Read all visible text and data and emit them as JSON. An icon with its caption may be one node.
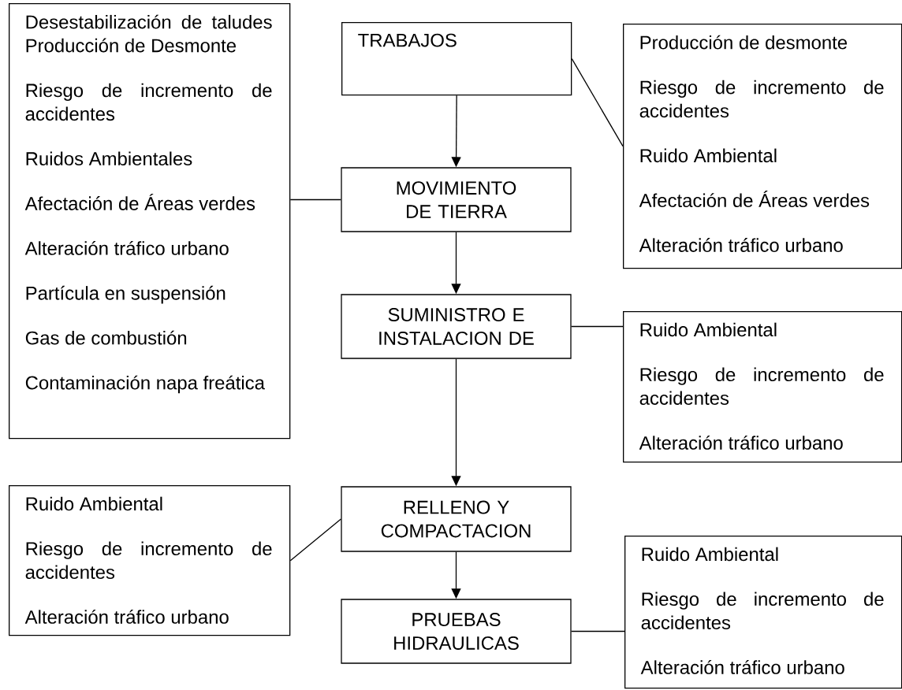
{
  "diagram": {
    "nodes": [
      {
        "text": [
          "TRABAJOS"
        ]
      },
      {
        "text": [
          "MOVIMIENTO DE TIERRA"
        ]
      },
      {
        "text": [
          "SUMINISTRO E INSTALACION DE"
        ]
      },
      {
        "text": [
          "RELLENO Y COMPACTACION"
        ]
      },
      {
        "text": [
          "PRUEBAS HIDRAULICAS"
        ]
      },
      {
        "text": [
          "Desestabilización de taludes Producción de Desmonte",
          "Riesgo de incremento de accidentes",
          "Ruidos Ambientales",
          "Afectación de Áreas verdes",
          "Alteración tráfico urbano",
          "Partícula en suspensión",
          "Gas de combustión",
          "Contaminación napa freática"
        ]
      },
      {
        "text": [
          "Producción de desmonte",
          "Riesgo de incremento de accidentes",
          "Ruido Ambiental",
          "Afectación de Áreas verdes",
          "Alteración tráfico urbano"
        ]
      },
      {
        "text": [
          "Ruido Ambiental",
          "Riesgo de incremento de accidentes",
          "Alteración tráfico urbano"
        ]
      },
      {
        "text": [
          "Ruido Ambiental",
          "Riesgo de incremento de accidentes",
          "Alteración tráfico urbano"
        ]
      },
      {
        "text": [
          "Ruido Ambiental",
          "Riesgo de incremento de accidentes",
          "Alteración tráfico urbano"
        ]
      }
    ],
    "edges": [
      {
        "from": 0,
        "to": 1,
        "arrow": "to"
      },
      {
        "from": 1,
        "to": 2,
        "arrow": "to"
      },
      {
        "from": 2,
        "to": 3,
        "arrow": "to"
      },
      {
        "from": 3,
        "to": 4,
        "arrow": "to"
      },
      {
        "from": 1,
        "to": 5,
        "arrow": "none"
      },
      {
        "from": 0,
        "to": 6,
        "arrow": "none"
      },
      {
        "from": 2,
        "to": 7,
        "arrow": "none"
      },
      {
        "from": 3,
        "to": 8,
        "arrow": "none"
      },
      {
        "from": 4,
        "to": 9,
        "arrow": "none"
      }
    ]
  }
}
